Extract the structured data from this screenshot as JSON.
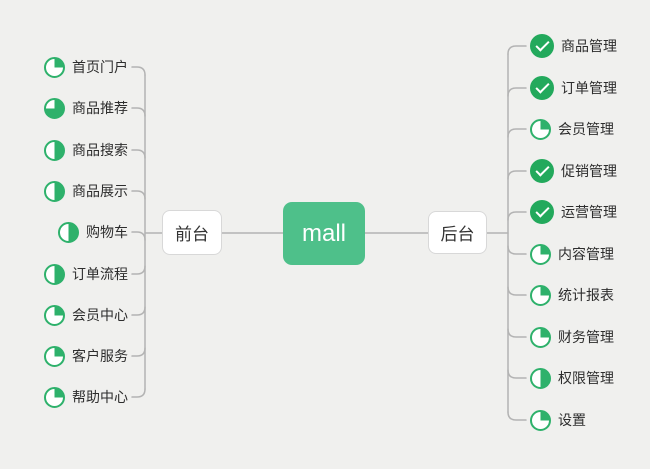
{
  "canvas": {
    "background_color": "#f0f0ee",
    "line_color": "#b3b3b3"
  },
  "colors": {
    "accent_green": "#2eb16b",
    "done_green": "#23a95c",
    "root_green": "#4ec08a",
    "node_border": "#d8d8d8",
    "text": "#2d2d2d"
  },
  "root": {
    "label": "mall"
  },
  "branches": {
    "left": {
      "node_label": "前台",
      "items": [
        {
          "label": "首页门户",
          "icon": "progress-quarter"
        },
        {
          "label": "商品推荐",
          "icon": "progress-three-quarters"
        },
        {
          "label": "商品搜索",
          "icon": "progress-half"
        },
        {
          "label": "商品展示",
          "icon": "progress-half"
        },
        {
          "label": "购物车",
          "icon": "progress-half"
        },
        {
          "label": "订单流程",
          "icon": "progress-half"
        },
        {
          "label": "会员中心",
          "icon": "progress-quarter"
        },
        {
          "label": "客户服务",
          "icon": "progress-quarter"
        },
        {
          "label": "帮助中心",
          "icon": "progress-quarter"
        }
      ]
    },
    "right": {
      "node_label": "后台",
      "items": [
        {
          "label": "商品管理",
          "icon": "check"
        },
        {
          "label": "订单管理",
          "icon": "check"
        },
        {
          "label": "会员管理",
          "icon": "progress-quarter"
        },
        {
          "label": "促销管理",
          "icon": "check"
        },
        {
          "label": "运营管理",
          "icon": "check"
        },
        {
          "label": "内容管理",
          "icon": "progress-quarter"
        },
        {
          "label": "统计报表",
          "icon": "progress-quarter"
        },
        {
          "label": "财务管理",
          "icon": "progress-quarter"
        },
        {
          "label": "权限管理",
          "icon": "progress-half"
        },
        {
          "label": "设置",
          "icon": "progress-quarter"
        }
      ]
    }
  }
}
